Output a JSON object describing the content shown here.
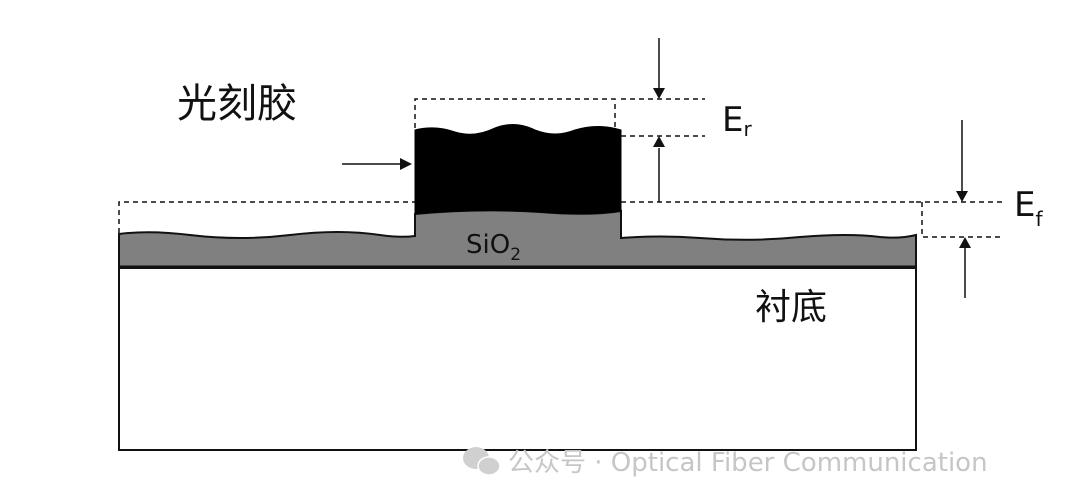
{
  "labels": {
    "photoresist": "光刻胶",
    "sio2": "SiO",
    "sio2_subscript": "2",
    "er": "E",
    "er_subscript": "r",
    "ef": "E",
    "ef_subscript": "f",
    "substrate": "衬底"
  },
  "watermark": {
    "text": "公众号 · Optical Fiber Communication",
    "icon": "wechat-icon"
  },
  "colors": {
    "background": "#ffffff",
    "outline": "#111111",
    "photoresist": "#000000",
    "oxide": "#808080",
    "watermark": "#c6c6c6"
  }
}
